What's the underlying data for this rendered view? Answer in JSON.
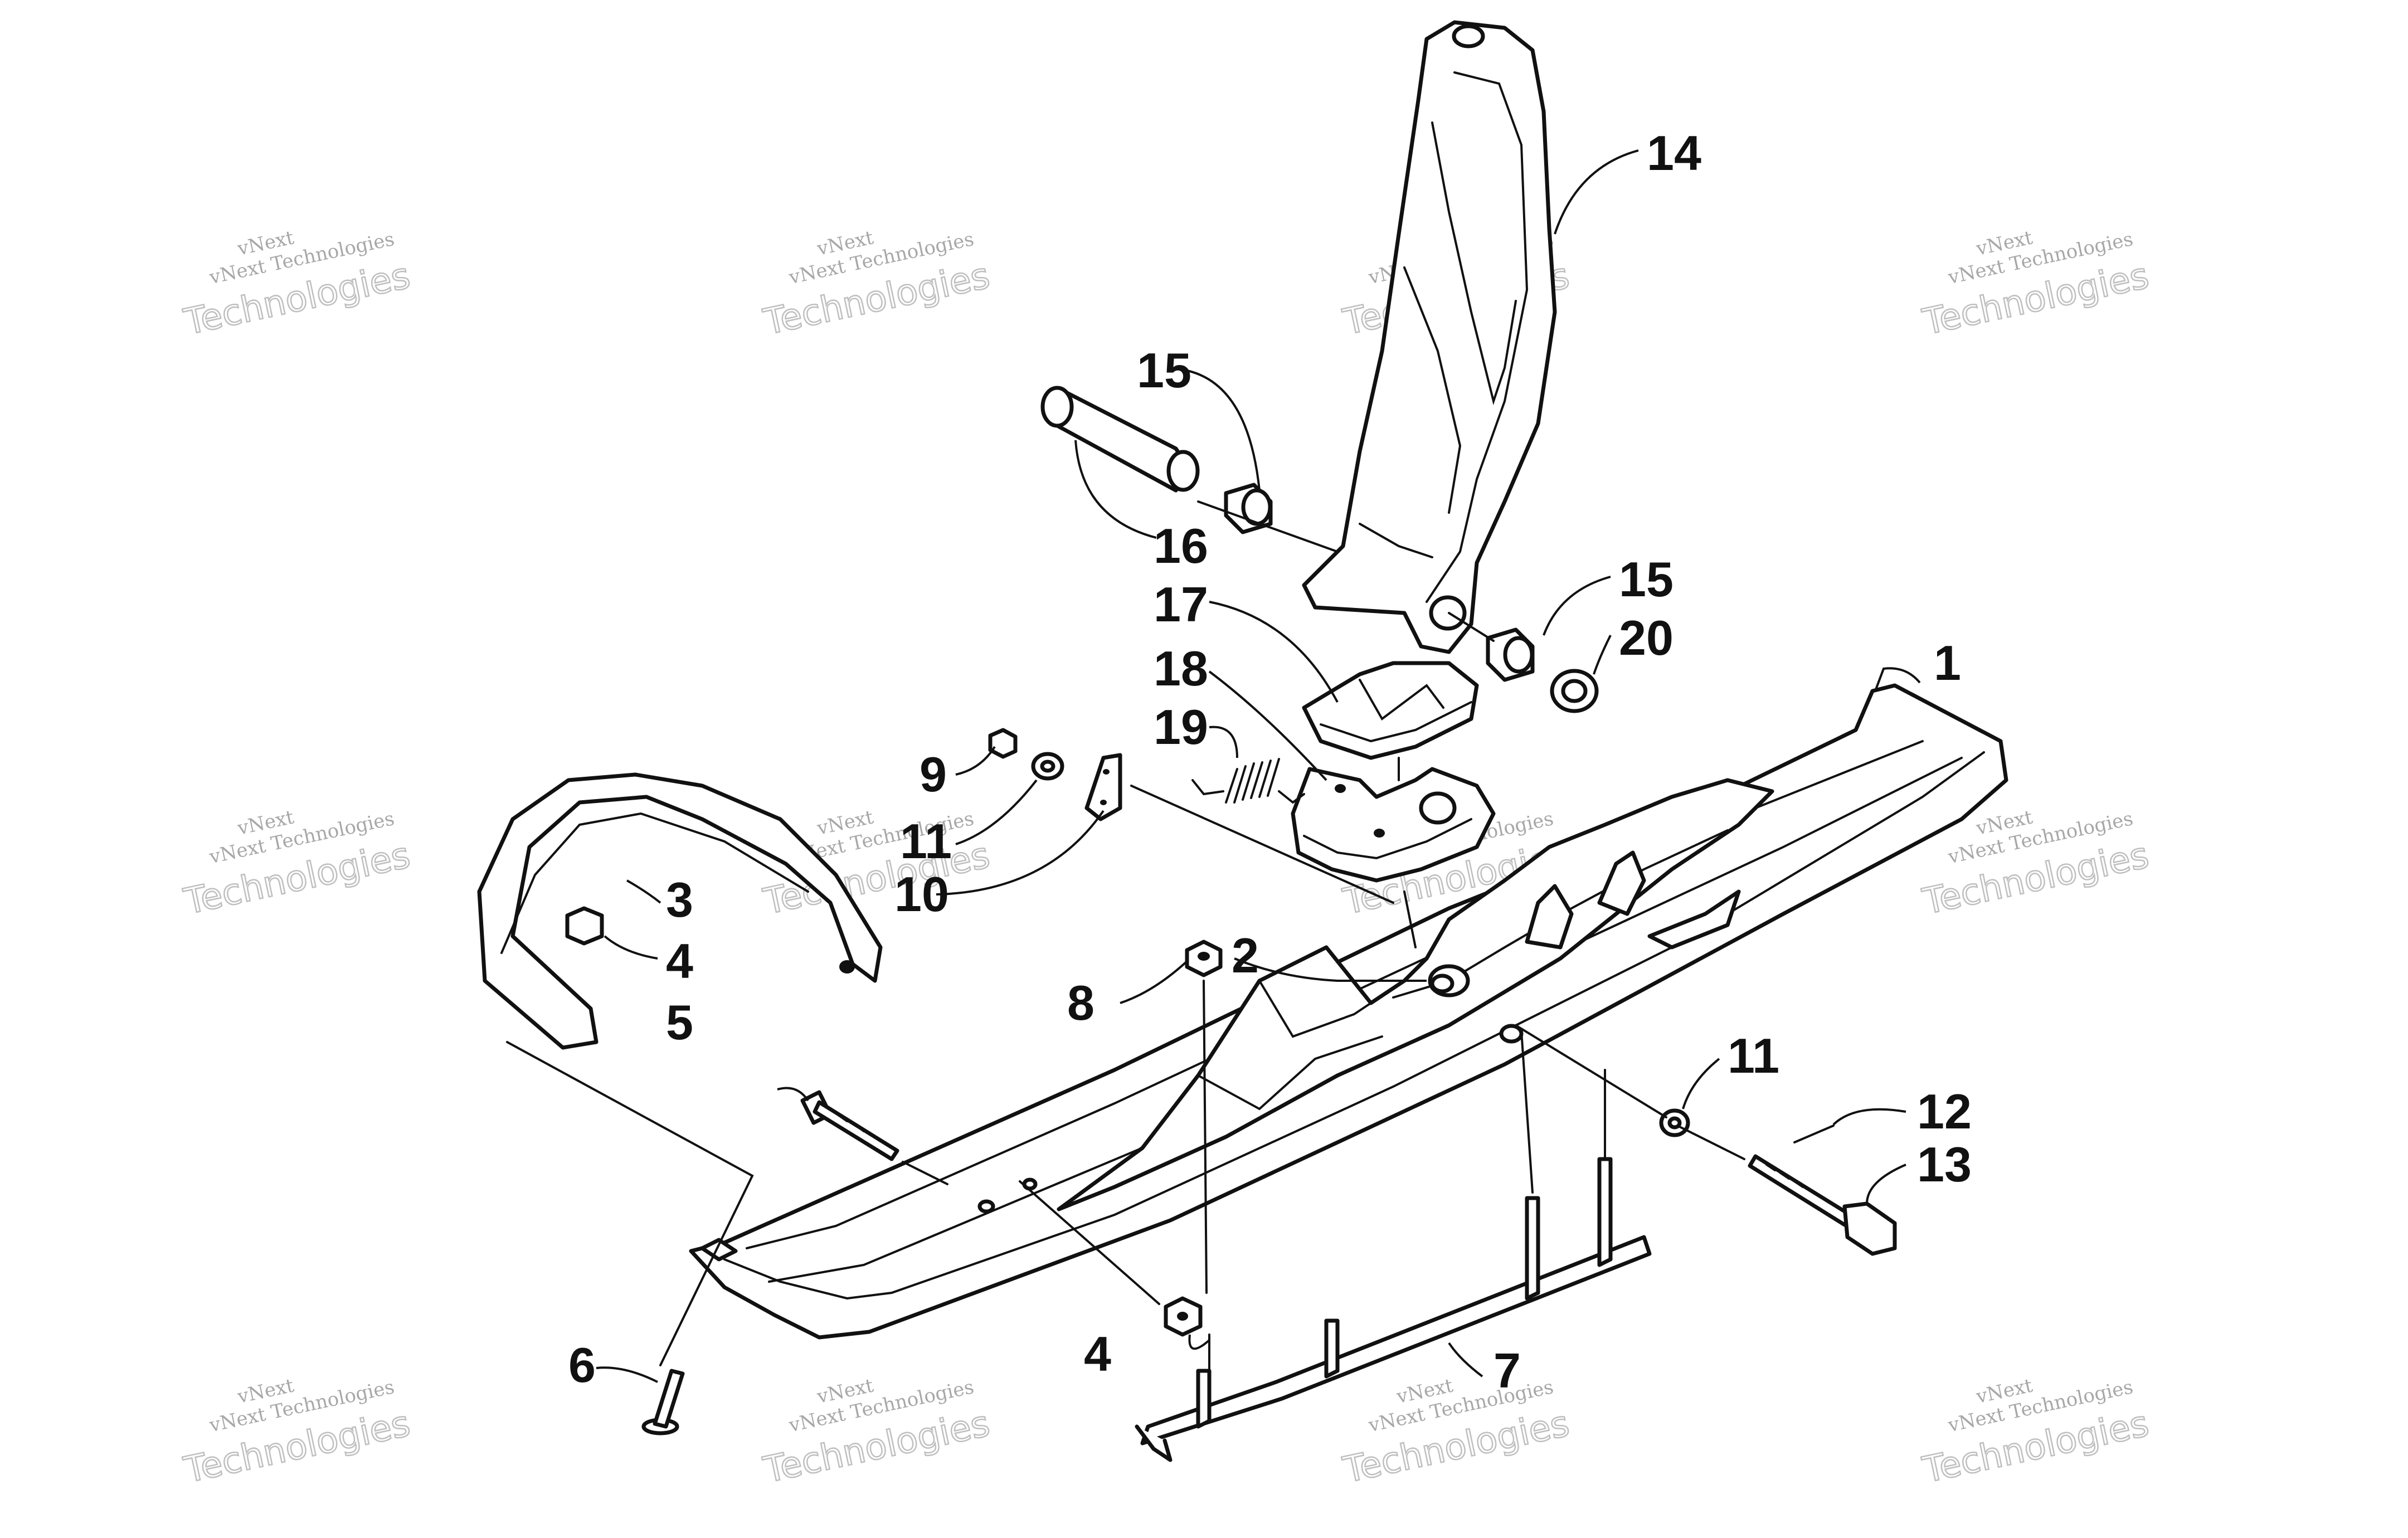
{
  "watermark": {
    "line1": "vNext",
    "line2": "vNext Technologies",
    "line3": "Technologies"
  },
  "callouts": {
    "c1": "1",
    "c2": "2",
    "c3": "3",
    "c4a": "4",
    "c4b": "4",
    "c5": "5",
    "c6": "6",
    "c7": "7",
    "c8": "8",
    "c9": "9",
    "c10": "10",
    "c11a": "11",
    "c11b": "11",
    "c12": "12",
    "c13": "13",
    "c14": "14",
    "c15a": "15",
    "c15b": "15",
    "c16": "16",
    "c17": "17",
    "c18": "18",
    "c19": "19",
    "c20": "20"
  }
}
